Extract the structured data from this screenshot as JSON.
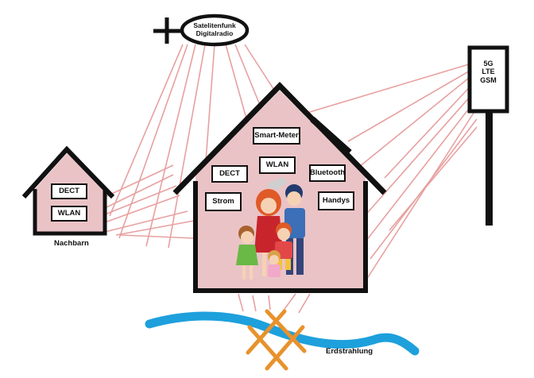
{
  "satellite": {
    "line1": "Satelitenfunk",
    "line2": "Digitalradio"
  },
  "tower": {
    "line1": "5G",
    "line2": "LTE",
    "line3": "GSM"
  },
  "neighbor": {
    "labels": [
      "DECT",
      "WLAN"
    ],
    "caption": "Nachbarn"
  },
  "house": {
    "labels": [
      "Smart-Meter",
      "DECT",
      "WLAN",
      "Bluetooth",
      "Strom",
      "Handys"
    ]
  },
  "ground": {
    "caption": "Erdstrahlung"
  },
  "colors": {
    "rays": "#e8a0a0",
    "house_fill": "#eac3c6",
    "outline": "#111111",
    "water": "#1ea0dc",
    "cross": "#e8922c"
  }
}
